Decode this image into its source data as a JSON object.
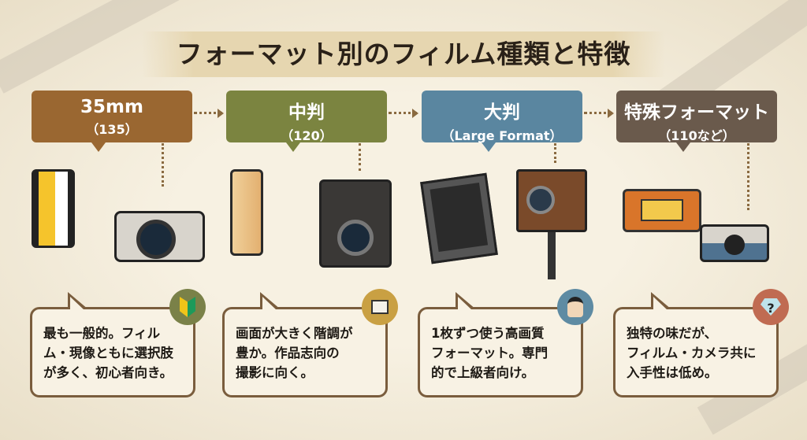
{
  "title": "フォーマット別のフィルム種類と特徴",
  "formats": [
    {
      "name": "35mm",
      "sub": "（135）",
      "color": "#9a6731",
      "desc": [
        "最も一般的。フィル",
        "ム・現像ともに選択肢",
        "が多く、初心者向き。"
      ],
      "icon": "beginner-mark-icon",
      "icon_color": "#7a8148"
    },
    {
      "name": "中判",
      "sub": "（120）",
      "color": "#7b8440",
      "desc": [
        "画面が大きく階調が",
        "豊か。作品志向の",
        "撮影に向く。"
      ],
      "icon": "easel-icon",
      "icon_color": "#c9a043"
    },
    {
      "name": "大判",
      "sub": "（Large Format）",
      "color": "#5a86a0",
      "desc": [
        "1枚ずつ使う高画質",
        "フォーマット。専門",
        "的で上級者向け。"
      ],
      "icon": "professor-icon",
      "icon_color": "#5e8ba3"
    },
    {
      "name": "特殊フォーマット",
      "sub": "（110など）",
      "color": "#6a5a4c",
      "desc": [
        "独特の味だが、",
        "フィルム・カメラ共に",
        "入手性は低め。"
      ],
      "icon": "diamond-question-icon",
      "icon_color": "#c06b52",
      "icon_text": "?"
    }
  ]
}
